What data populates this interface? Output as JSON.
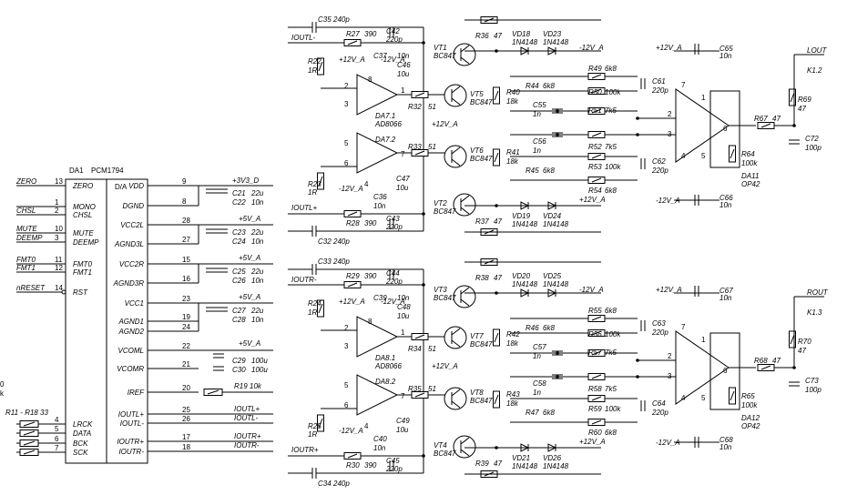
{
  "da1": {
    "ref": "DA1",
    "part": "PCM1794",
    "core": "D/A",
    "left_pins": [
      {
        "n": "13",
        "name": "ZERO",
        "net": "ZERO"
      },
      {
        "n": "1",
        "name": "MONO",
        "net": ""
      },
      {
        "n": "2",
        "name": "CHSL",
        "net": "CHSL"
      },
      {
        "n": "10",
        "name": "MUTE",
        "net": "MUTE"
      },
      {
        "n": "3",
        "name": "DEEMP",
        "net": "DEEMP"
      },
      {
        "n": "11",
        "name": "FMT0",
        "net": "FMT0"
      },
      {
        "n": "12",
        "name": "FMT1",
        "net": "FMT1"
      },
      {
        "n": "14",
        "name": "RST",
        "net": "nRESET"
      },
      {
        "n": "4",
        "name": "LRCK",
        "net": ""
      },
      {
        "n": "5",
        "name": "DATA",
        "net": ""
      },
      {
        "n": "6",
        "name": "BCK",
        "net": ""
      },
      {
        "n": "7",
        "name": "SCK",
        "net": ""
      }
    ],
    "right_pins": [
      {
        "n": "9",
        "name": "VDD"
      },
      {
        "n": "8",
        "name": "DGND"
      },
      {
        "n": "28",
        "name": "VCC2L"
      },
      {
        "n": "27",
        "name": "AGND3L"
      },
      {
        "n": "15",
        "name": "VCC2R"
      },
      {
        "n": "16",
        "name": "AGND3R"
      },
      {
        "n": "23",
        "name": "VCC1"
      },
      {
        "n": "19",
        "name": "AGND1"
      },
      {
        "n": "24",
        "name": "AGND2"
      },
      {
        "n": "22",
        "name": "VCOML"
      },
      {
        "n": "21",
        "name": "VCOMR"
      },
      {
        "n": "20",
        "name": "IREF"
      },
      {
        "n": "25",
        "name": "IOUTL+"
      },
      {
        "n": "26",
        "name": "IOUTL-"
      },
      {
        "n": "17",
        "name": "IOUTR+"
      },
      {
        "n": "18",
        "name": "IOUTR-"
      }
    ],
    "rail_labels": [
      "+3V3_D",
      "+5V_A",
      "+5V_A",
      "+5V_A",
      "+5V_A"
    ],
    "caps": [
      "C21",
      "22u",
      "C22",
      "10n",
      "C23",
      "22u",
      "C24",
      "10n",
      "C25",
      "22u",
      "C26",
      "10n",
      "C27",
      "22u",
      "C28",
      "10n",
      "C29",
      "100u",
      "C30",
      "100u"
    ],
    "r19": [
      "R19",
      "10k"
    ],
    "outs": [
      "IOUTL+",
      "IOUTL-",
      "IOUTR+",
      "IOUTR-"
    ],
    "rpack": [
      "R11 - R18",
      "33"
    ],
    "cut": [
      "0",
      "k"
    ]
  },
  "left": {
    "inputs": [
      "IOUTL-",
      "IOUTL+"
    ],
    "caps": [
      "C35",
      "240p",
      "C42",
      "220p",
      "C37",
      "10n",
      "C46",
      "10u",
      "C47",
      "10u",
      "C36",
      "10n",
      "C43",
      "220p",
      "C32",
      "240p",
      "C61",
      "220p",
      "C55",
      "1n",
      "C56",
      "1n",
      "C62",
      "220p",
      "C65",
      "10n",
      "C66",
      "10n",
      "C72",
      "100p"
    ],
    "res": [
      "R27",
      "390",
      "R22",
      "1R",
      "R32",
      "51",
      "R33",
      "51",
      "R23",
      "1R",
      "R28",
      "390",
      "R36",
      "47",
      "R40",
      "18k",
      "R41",
      "18k",
      "R37",
      "47",
      "R44",
      "6k8",
      "R45",
      "6k8",
      "R49",
      "6k8",
      "R50",
      "100k",
      "R51",
      "7k5",
      "R52",
      "7k5",
      "R53",
      "100k",
      "R54",
      "6k8",
      "R67",
      "47",
      "R69",
      "47",
      "R64",
      "100k"
    ],
    "trans": [
      "VT1",
      "BC847",
      "VT5",
      "BC847",
      "VT6",
      "BC847",
      "VT2",
      "BC847"
    ],
    "diodes": [
      "VD18",
      "1N4148",
      "VD23",
      "1N4148",
      "VD19",
      "1N4148",
      "VD24",
      "1N4148"
    ],
    "amps": [
      "DA7.1",
      "AD8066",
      "DA7.2",
      "DA11",
      "OP42"
    ],
    "rails": [
      "+12V_A",
      "-12V_A",
      "+12V_A",
      "-12V_A",
      "+12V_A",
      "-12V_A",
      "+12V_A",
      "-12V_A"
    ],
    "relay": [
      "K1.2"
    ],
    "out": "LOUT",
    "pins": [
      "2",
      "3",
      "8",
      "1",
      "5",
      "6",
      "7",
      "4",
      "2",
      "3",
      "7",
      "6",
      "4",
      "5",
      "1"
    ]
  },
  "right": {
    "inputs": [
      "IOUTR-",
      "IOUTR+"
    ],
    "caps": [
      "C33",
      "240p",
      "C44",
      "220p",
      "C39",
      "10n",
      "C48",
      "10u",
      "C49",
      "10u",
      "C40",
      "10n",
      "C45",
      "220p",
      "C34",
      "240p",
      "C63",
      "220p",
      "C57",
      "1n",
      "C58",
      "1n",
      "C64",
      "220p",
      "C67",
      "10n",
      "C68",
      "10n",
      "C73",
      "100p"
    ],
    "res": [
      "R29",
      "390",
      "R24",
      "1R",
      "R34",
      "51",
      "R35",
      "51",
      "R25",
      "1R",
      "R30",
      "390",
      "R38",
      "47",
      "R42",
      "18k",
      "R43",
      "18k",
      "R39",
      "47",
      "R46",
      "6k8",
      "R47",
      "6k8",
      "R55",
      "6k8",
      "R56",
      "100k",
      "R57",
      "7k5",
      "R58",
      "7k5",
      "R59",
      "100k",
      "R60",
      "6k8",
      "R68",
      "47",
      "R70",
      "47",
      "R65",
      "100k"
    ],
    "trans": [
      "VT3",
      "BC847",
      "VT7",
      "BC847",
      "VT8",
      "BC847",
      "VT4",
      "BC847"
    ],
    "diodes": [
      "VD20",
      "1N4148",
      "VD25",
      "1N4148",
      "VD21",
      "1N4148",
      "VD26",
      "1N4148"
    ],
    "amps": [
      "DA8.1",
      "AD8066",
      "DA8.2",
      "DA12",
      "OP42"
    ],
    "rails": [
      "+12V_A",
      "-12V_A",
      "+12V_A",
      "-12V_A",
      "+12V_A",
      "-12V_A",
      "+12V_A",
      "-12V_A"
    ],
    "relay": [
      "K1.3"
    ],
    "out": "ROUT",
    "pins": [
      "2",
      "3",
      "8",
      "1",
      "5",
      "6",
      "7",
      "4",
      "2",
      "3",
      "7",
      "6",
      "4",
      "5",
      "1"
    ]
  }
}
